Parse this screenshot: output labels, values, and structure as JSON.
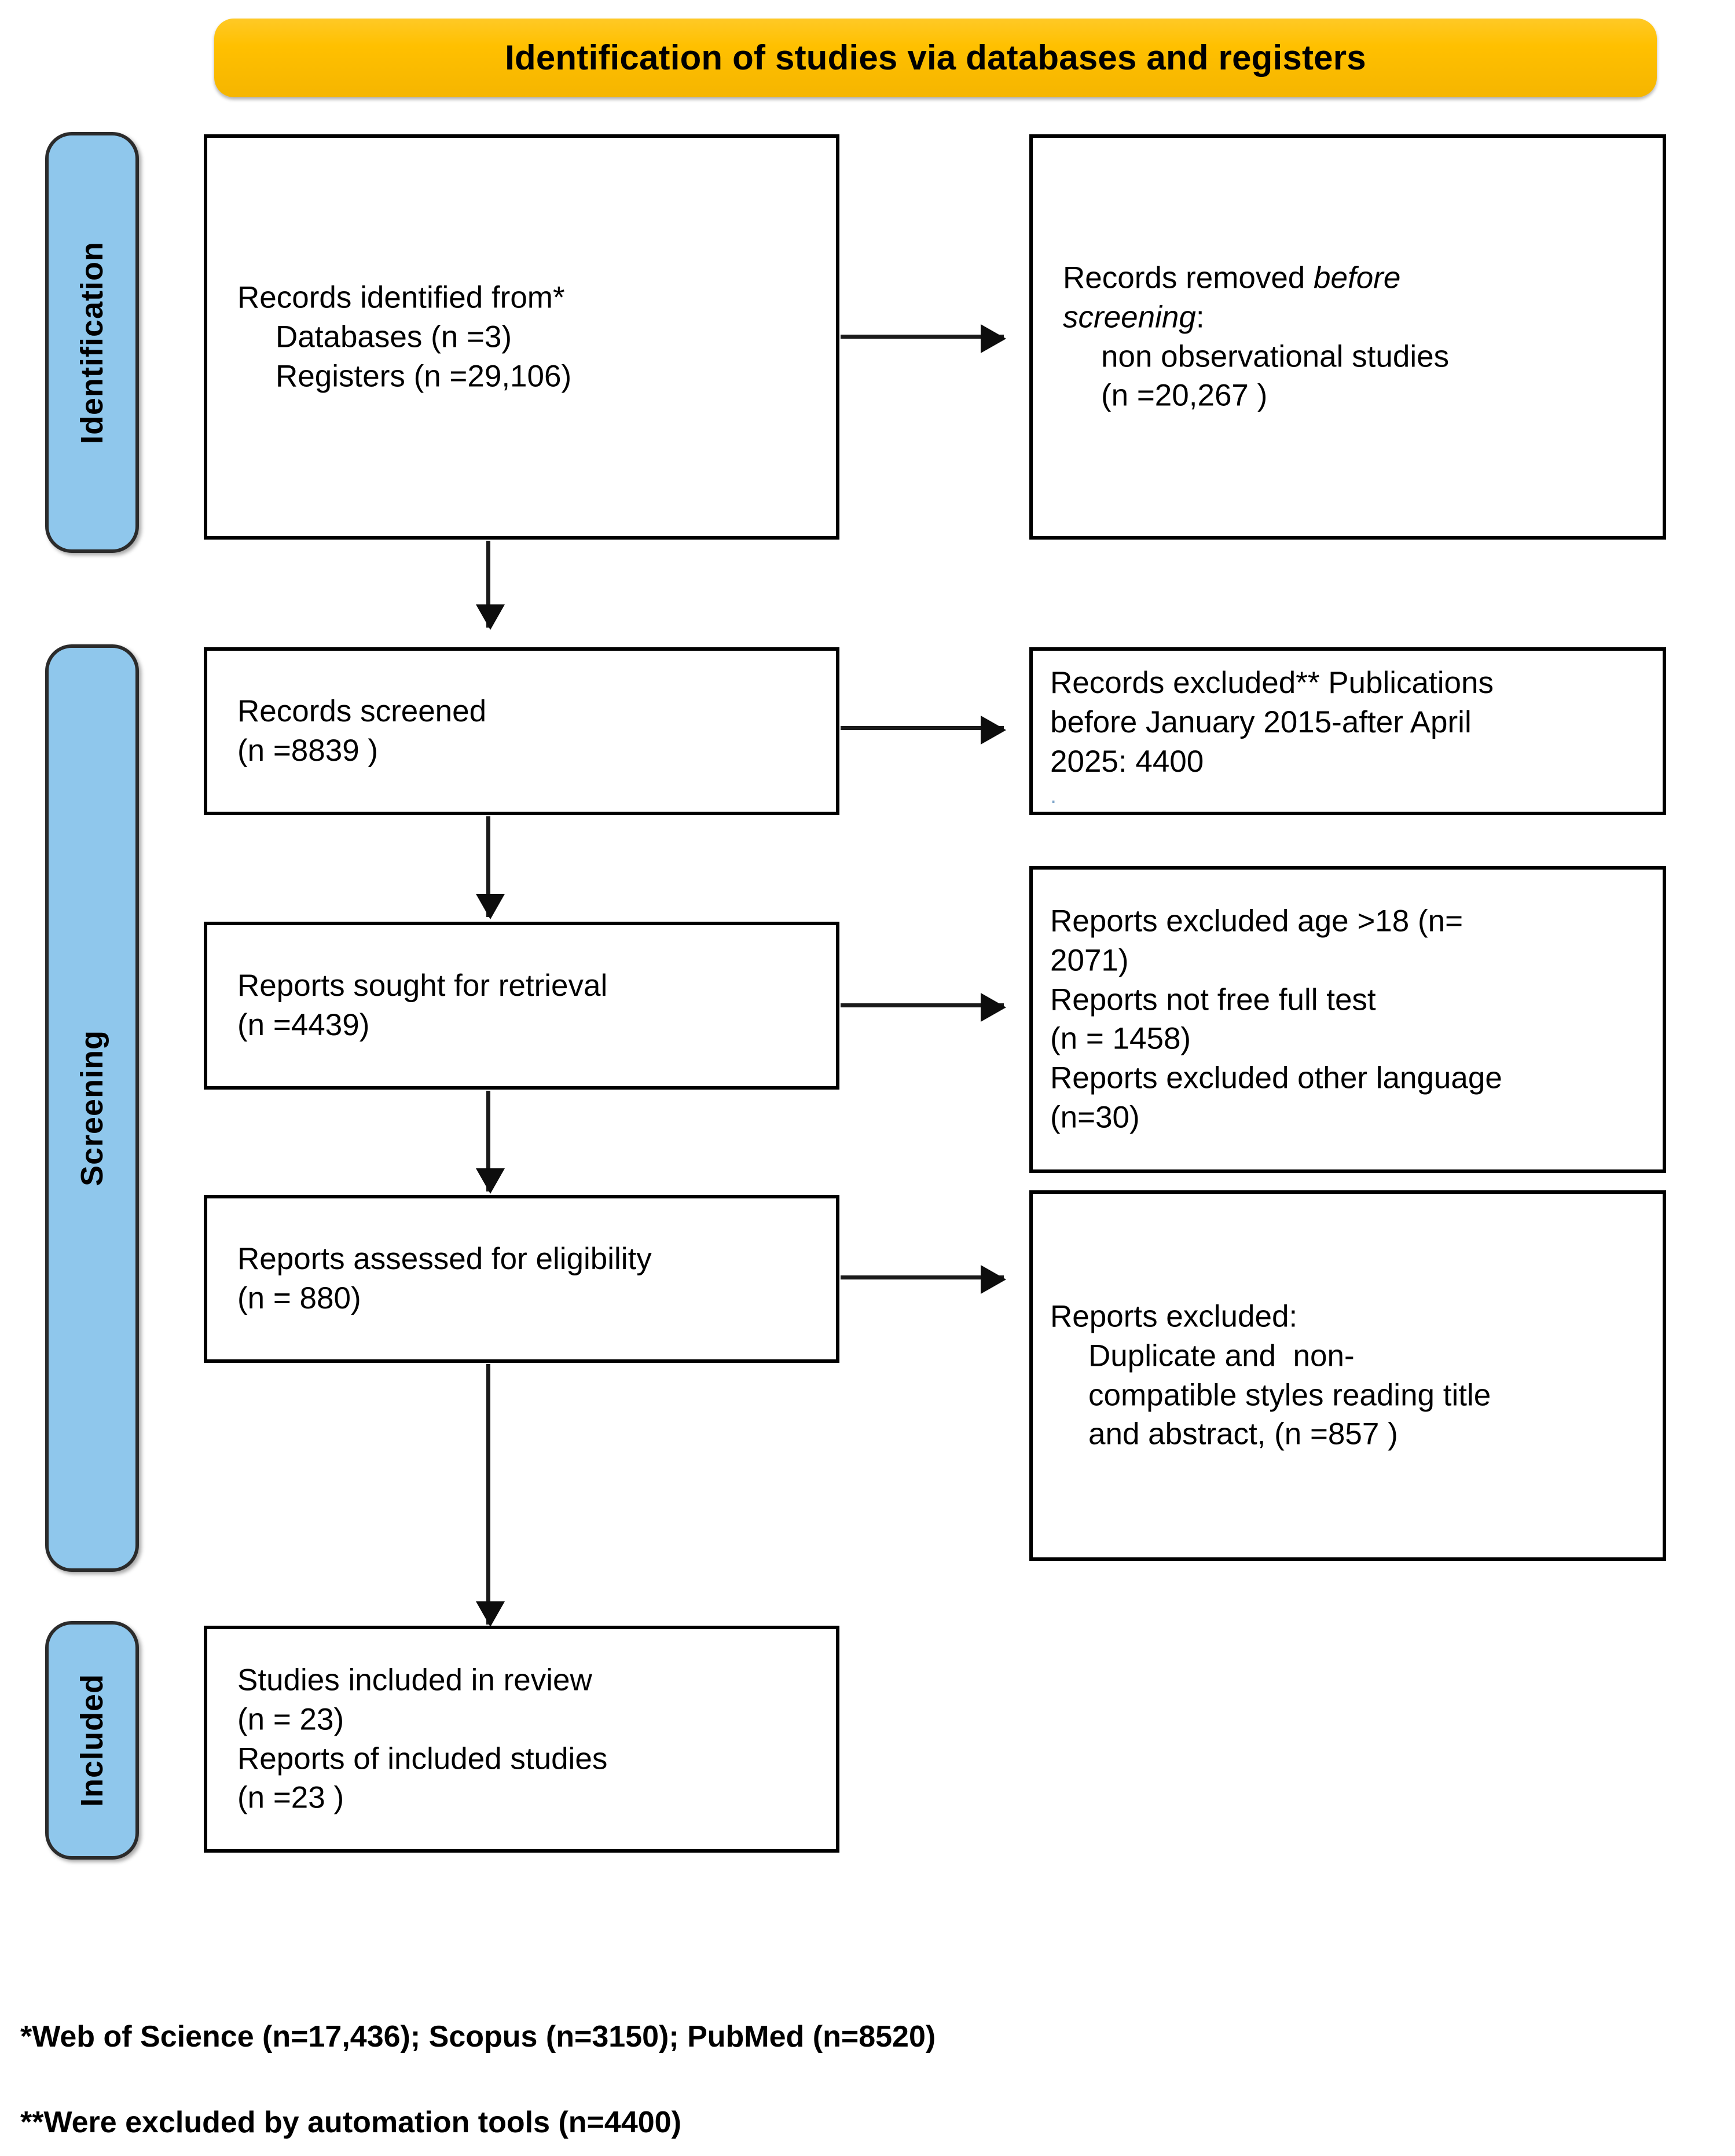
{
  "header": {
    "title": "Identification of studies via databases and registers",
    "background_color": "#FFC000"
  },
  "stages": [
    {
      "label": "Identification"
    },
    {
      "label": "Screening"
    },
    {
      "label": "Included"
    }
  ],
  "stage_pill_color": "#8FC7EC",
  "boxes": {
    "records_identified": {
      "lines": [
        "Records identified from*",
        "Databases (n =3)",
        "Registers (n =29,106)"
      ]
    },
    "records_removed": {
      "line1_plain": "Records removed ",
      "line1_italic": "before",
      "line2_italic": "screening",
      "line2_plain": ":",
      "line3": "non observational studies",
      "line4": "(n =20,267 )"
    },
    "records_screened": {
      "lines": [
        "Records screened",
        "(n =8839 )"
      ]
    },
    "records_excluded": {
      "lines": [
        "Records excluded** Publications",
        "before January 2015-after April",
        "2025: 4400",
        "."
      ]
    },
    "reports_sought": {
      "lines": [
        "Reports sought for retrieval",
        "(n =4439)"
      ]
    },
    "reports_excluded_criteria": {
      "lines": [
        "Reports excluded age >18 (n=",
        "2071)",
        "Reports not free full test",
        "(n = 1458)",
        "Reports excluded other language",
        "(n=30)"
      ]
    },
    "reports_assessed": {
      "lines": [
        "Reports assessed for eligibility",
        "(n = 880)"
      ]
    },
    "reports_excluded_duplicate": {
      "lines": [
        "Reports excluded:",
        "Duplicate and  non-",
        "compatible styles reading title",
        "and abstract, (n =857 )"
      ]
    },
    "studies_included": {
      "lines": [
        "Studies included in review",
        "(n = 23)",
        "Reports of included studies",
        "(n =23 )"
      ]
    }
  },
  "footnotes": [
    "*Web of Science (n=17,436); Scopus (n=3150); PubMed (n=8520)",
    "**Were excluded by automation tools (n=4400)"
  ]
}
